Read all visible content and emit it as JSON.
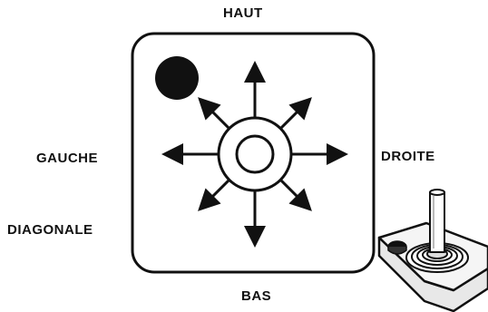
{
  "labels": {
    "up": "HAUT",
    "down": "BAS",
    "left": "GAUCHE",
    "right": "DROITE",
    "diagonal": "DIAGONALE"
  },
  "directions": [
    "up",
    "up-right",
    "right",
    "down-right",
    "down",
    "down-left",
    "left",
    "up-left"
  ],
  "colors": {
    "ink": "#111111",
    "background": "#ffffff",
    "joystick_base": "#f2f2f2"
  },
  "icons": {
    "cursor": "filled-circle",
    "center": "ring-target",
    "device": "joystick-icon"
  }
}
